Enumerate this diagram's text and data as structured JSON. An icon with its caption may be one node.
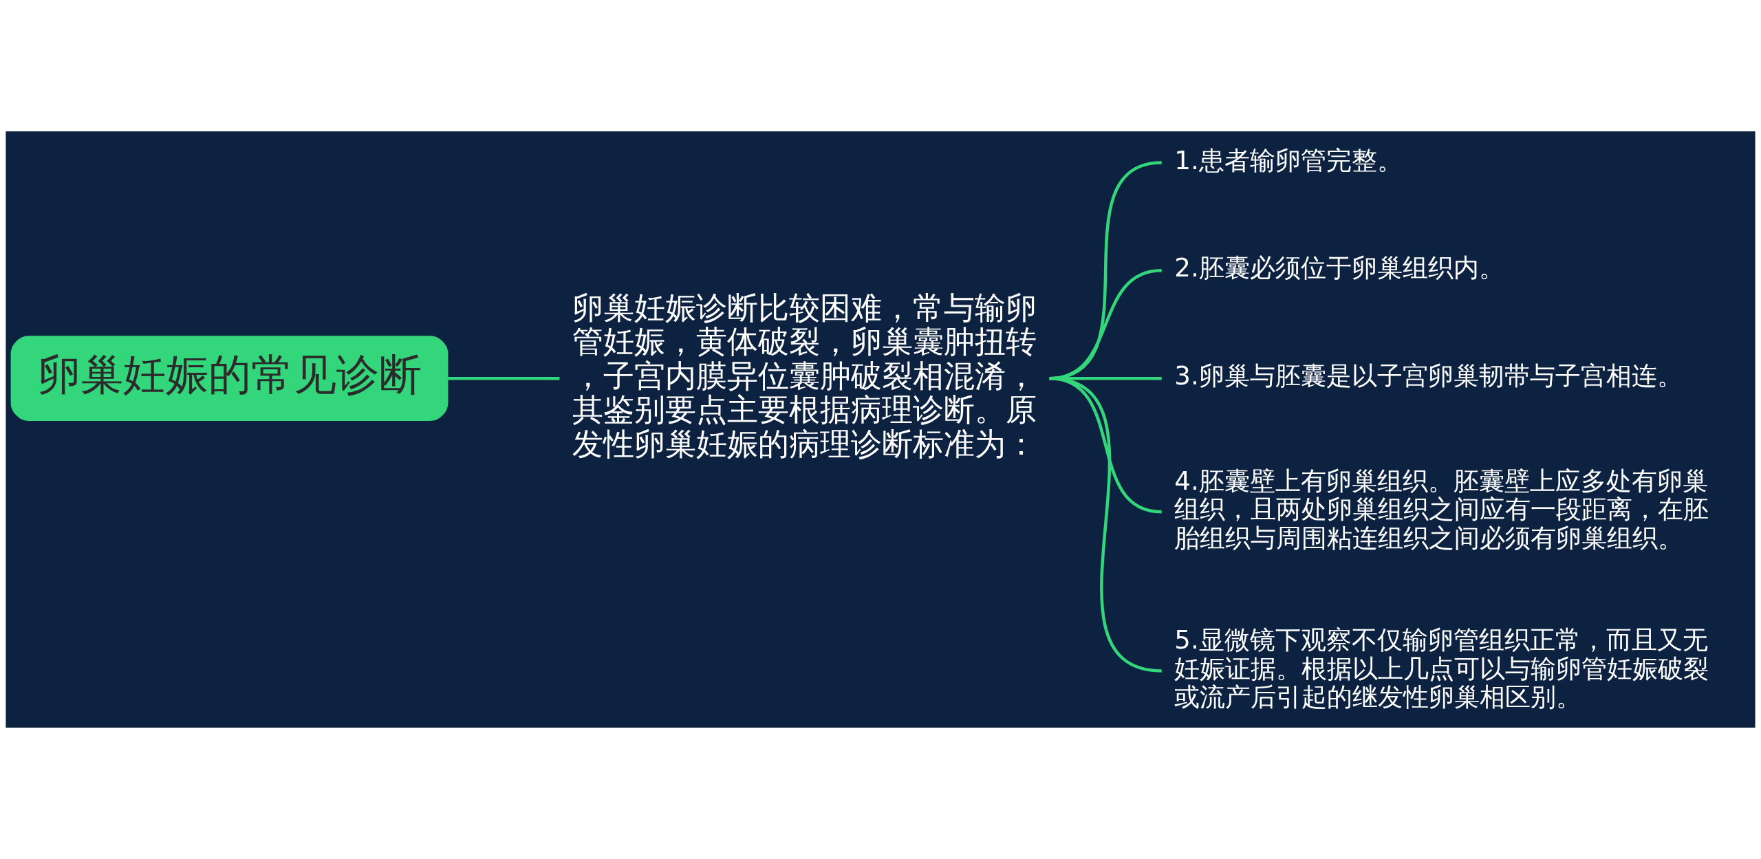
{
  "diagram": {
    "nodes": [
      {
        "text": [
          "卵巢妊娠的常见诊断"
        ]
      },
      {
        "text": [
          "卵巢妊娠诊断比较困难，常与输卵管妊娠，黄体破裂，卵巢囊肿扭转，子宫内膜异位囊肿破裂相混淆，其鉴别要点主要根据病理诊断。原发性卵巢妊娠的病理诊断标准为："
        ]
      },
      {
        "text": [
          "1.患者输卵管完整。"
        ]
      },
      {
        "text": [
          "2.胚囊必须位于卵巢组织内。"
        ]
      },
      {
        "text": [
          "3.卵巢与胚囊是以子宫卵巢韧带与子宫相连。"
        ]
      },
      {
        "text": [
          "4.胚囊壁上有卵巢组织。胚囊壁上应多处有卵巢组织，且两处卵巢组织之间应有一段距离，在胚胎组织与周围粘连组织之间必须有卵巢组织。"
        ]
      },
      {
        "text": [
          "5.显微镜下观察不仅输卵管组织正常，而且又无妊娠证据。根据以上几点可以与输卵管妊娠破裂或流产后引起的继发性卵巢相区别。"
        ]
      }
    ],
    "edges": [
      {
        "from": 0,
        "to": 1,
        "arrow": "none"
      },
      {
        "from": 1,
        "to": 2,
        "arrow": "none"
      },
      {
        "from": 1,
        "to": 3,
        "arrow": "none"
      },
      {
        "from": 1,
        "to": 4,
        "arrow": "none"
      },
      {
        "from": 1,
        "to": 5,
        "arrow": "none"
      },
      {
        "from": 1,
        "to": 6,
        "arrow": "none"
      }
    ]
  }
}
